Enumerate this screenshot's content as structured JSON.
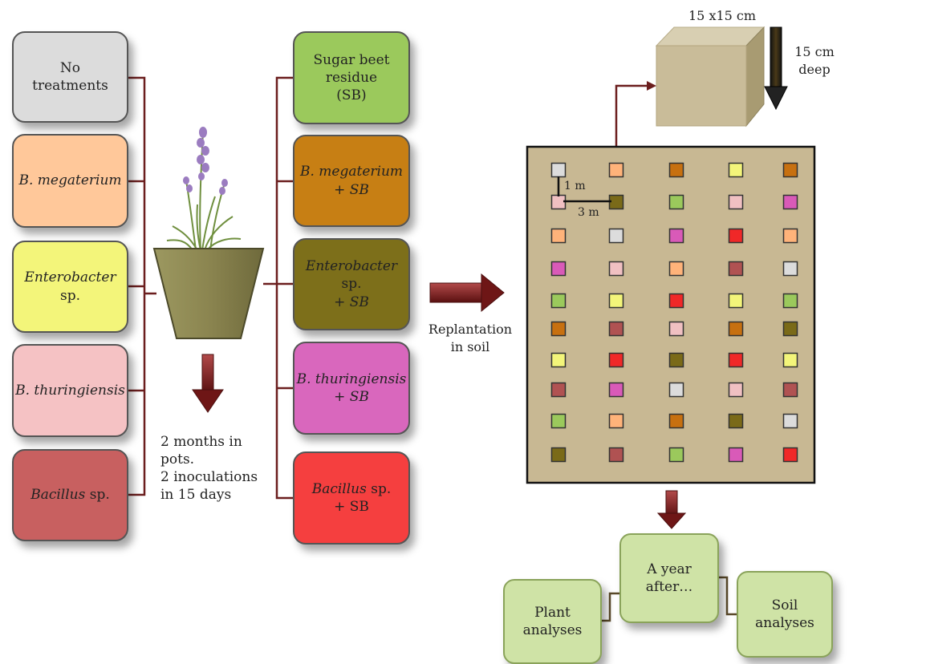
{
  "left_treatments": [
    {
      "html": "No<br>treatments",
      "color": "#dcdcdc"
    },
    {
      "html": "<i>B. megaterium</i>",
      "color": "#ffc89a"
    },
    {
      "html": "<i>Enterobacter</i> sp.",
      "color": "#f3f57a"
    },
    {
      "html": "<i>B. thuringiensis</i>",
      "color": "#f5c2c4"
    },
    {
      "html": "<i>Bacillus</i> sp.",
      "color": "#c86060"
    }
  ],
  "right_treatments": [
    {
      "html": "Sugar beet<br>residue<br>(SB)",
      "color": "#9bc95c"
    },
    {
      "html": "<i>B. megaterium</i><br>+ <i>SB</i>",
      "color": "#c77f14"
    },
    {
      "html": "<i>Enterobacter</i> sp.<br>+ <i>SB</i>",
      "color": "#7d6f1a"
    },
    {
      "html": "<i>B. thuringiensis</i><br>+ <i>SB</i>",
      "color": "#d967bd"
    },
    {
      "html": "<i>Bacillus</i> sp.<br>+ SB",
      "color": "#f53f3f"
    }
  ],
  "pot_note": [
    "2 months in",
    "pots.",
    "2 inoculations",
    "in 15 days"
  ],
  "replantation_label": [
    "Replantation",
    "in soil"
  ],
  "sample_cube": {
    "size_label": "15 x15 cm",
    "depth_label": [
      "15 cm",
      "deep"
    ]
  },
  "spacing_labels": {
    "vertical": "1 m",
    "horizontal": "3 m"
  },
  "field_colors": {
    "G": "#dcdcdc",
    "O": "#ffb37a",
    "Y": "#f3f57a",
    "K": "#f0c0c2",
    "R": "#b05252",
    "S": "#9bc95c",
    "B": "#c77010",
    "L": "#7a6a18",
    "M": "#d95ab8",
    "E": "#f02828"
  },
  "field_grid": [
    [
      "G",
      "O",
      "B",
      "Y",
      "B"
    ],
    [
      "K",
      "L",
      "S",
      "K",
      "M"
    ],
    [
      "O",
      "G",
      "M",
      "E",
      "O"
    ],
    [
      "M",
      "K",
      "O",
      "R",
      "G"
    ],
    [
      "S",
      "Y",
      "E",
      "Y",
      "S"
    ],
    [
      "B",
      "R",
      "K",
      "B",
      "L"
    ],
    [
      "Y",
      "E",
      "L",
      "E",
      "Y"
    ],
    [
      "R",
      "M",
      "G",
      "K",
      "R"
    ],
    [
      "S",
      "O",
      "B",
      "L",
      "G"
    ],
    [
      "L",
      "R",
      "S",
      "M",
      "E"
    ]
  ],
  "analysis": {
    "year_after": [
      "A year",
      "after…"
    ],
    "plant": [
      "Plant",
      "analyses"
    ],
    "soil": [
      "Soil",
      "analyses"
    ]
  },
  "colors": {
    "connector": "#6b1e1e",
    "arrow": "#7a1c1c",
    "field": "#c8b893",
    "cube": "#c9bc99",
    "pot": "#8c8751",
    "analysis_box": "#cfe3a6"
  }
}
